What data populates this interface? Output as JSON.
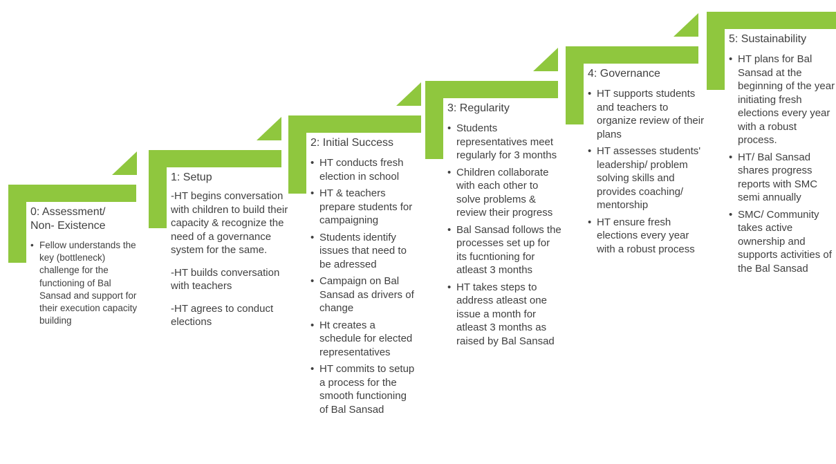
{
  "colors": {
    "accent_green": "#8FC73E",
    "text": "#3F3F3F",
    "background": "#FFFFFF"
  },
  "steps": [
    {
      "title": "0: Assessment/ Non- Existence",
      "items": [
        {
          "marker": "•",
          "text": "Fellow understands the key (bottleneck) challenge for the functioning  of Bal Sansad  and support for their execution capacity building"
        }
      ]
    },
    {
      "title": "1: Setup",
      "items": [
        {
          "marker": "",
          "text": "-HT begins conversation with children to build their capacity & recognize the need of a governance system for the same."
        },
        {
          "marker": "",
          "text": "-HT builds conversation with teachers"
        },
        {
          "marker": "",
          "text": "-HT agrees to conduct elections"
        }
      ]
    },
    {
      "title": "2: Initial Success",
      "items": [
        {
          "marker": "•",
          "text": "HT conducts fresh election in school"
        },
        {
          "marker": "•",
          "text": "HT & teachers prepare students for campaigning"
        },
        {
          "marker": "•",
          "text": "Students identify issues that need to be adressed"
        },
        {
          "marker": "•",
          "text": "Campaign on Bal Sansad as drivers of change"
        },
        {
          "marker": "•",
          "text": "Ht creates a schedule for elected representatives"
        },
        {
          "marker": "•",
          "text": "HT commits to setup a process for the smooth functioning of Bal Sansad"
        }
      ]
    },
    {
      "title": "3: Regularity",
      "items": [
        {
          "marker": "•",
          "text": "Students representatives meet regularly for 3 months"
        },
        {
          "marker": "•",
          "text": "Children collaborate with each other to solve problems & review their progress"
        },
        {
          "marker": "•",
          "text": "Bal Sansad follows the processes set up for its fucntioning for atleast 3 months"
        },
        {
          "marker": "•",
          "text": "HT takes steps to address atleast one issue a month for atleast 3 months as raised by Bal Sansad"
        }
      ]
    },
    {
      "title": "4: Governance",
      "items": [
        {
          "marker": "•",
          "text": "HT supports students and teachers to organize review of their plans"
        },
        {
          "marker": "•",
          "text": "HT assesses students' leadership/ problem solving skills and provides coaching/ mentorship"
        },
        {
          "marker": "•",
          "text": "HT ensure fresh elections every year with a robust process"
        }
      ]
    },
    {
      "title": "5: Sustainability",
      "items": [
        {
          "marker": "•",
          "text": "HT plans for Bal Sansad at the beginning of the year initiating fresh elections every year with a robust process."
        },
        {
          "marker": "•",
          "text": "HT/ Bal Sansad shares progress reports with SMC semi annually"
        },
        {
          "marker": "•",
          "text": "SMC/ Community takes active ownership and supports activities of the Bal Sansad"
        }
      ]
    }
  ]
}
